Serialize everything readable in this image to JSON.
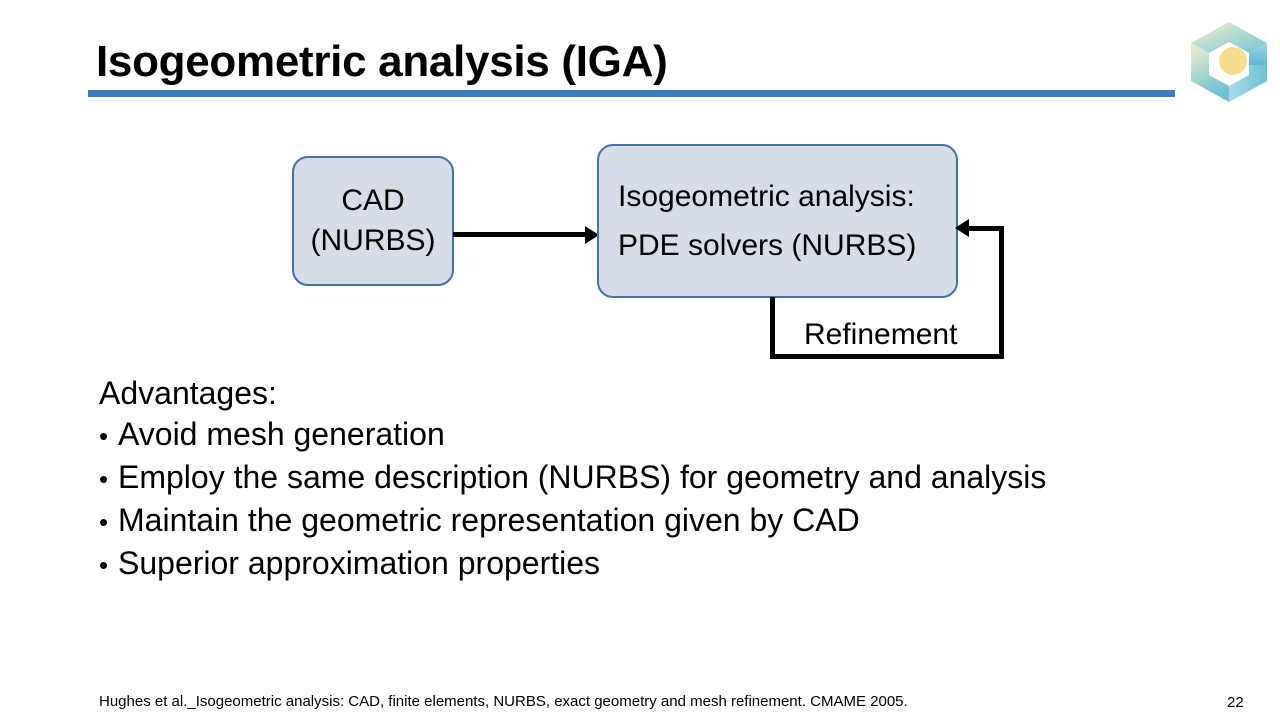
{
  "slide": {
    "title": "Isogeometric analysis (IGA)",
    "accent_color": "#3a7cc4",
    "box_fill_color": "#d6dce8",
    "box_border_color": "#4472a8"
  },
  "logo": {
    "name": "hexagonal-cube-g-logo",
    "colors": [
      "#f2f0cf",
      "#9fd6d8",
      "#63b9cf",
      "#a9dbe8",
      "#f7dd8f"
    ]
  },
  "diagram": {
    "boxes": [
      {
        "name": "cad",
        "lines": [
          "CAD",
          "(NURBS)"
        ]
      },
      {
        "name": "isogeometric-analysis",
        "lines": [
          "Isogeometric analysis:",
          "PDE solvers (NURBS)"
        ]
      }
    ],
    "loop_label": "Refinement"
  },
  "body": {
    "heading": "Advantages:",
    "bullet_marker": "•",
    "bullets": [
      "Avoid mesh generation",
      "Employ the same description (NURBS) for geometry and analysis",
      "Maintain the geometric representation given by CAD",
      "Superior approximation properties"
    ]
  },
  "footer": {
    "citation": "Hughes et al._Isogeometric analysis: CAD, finite elements, NURBS, exact geometry and mesh refinement. CMAME 2005.",
    "page_number": "22"
  }
}
